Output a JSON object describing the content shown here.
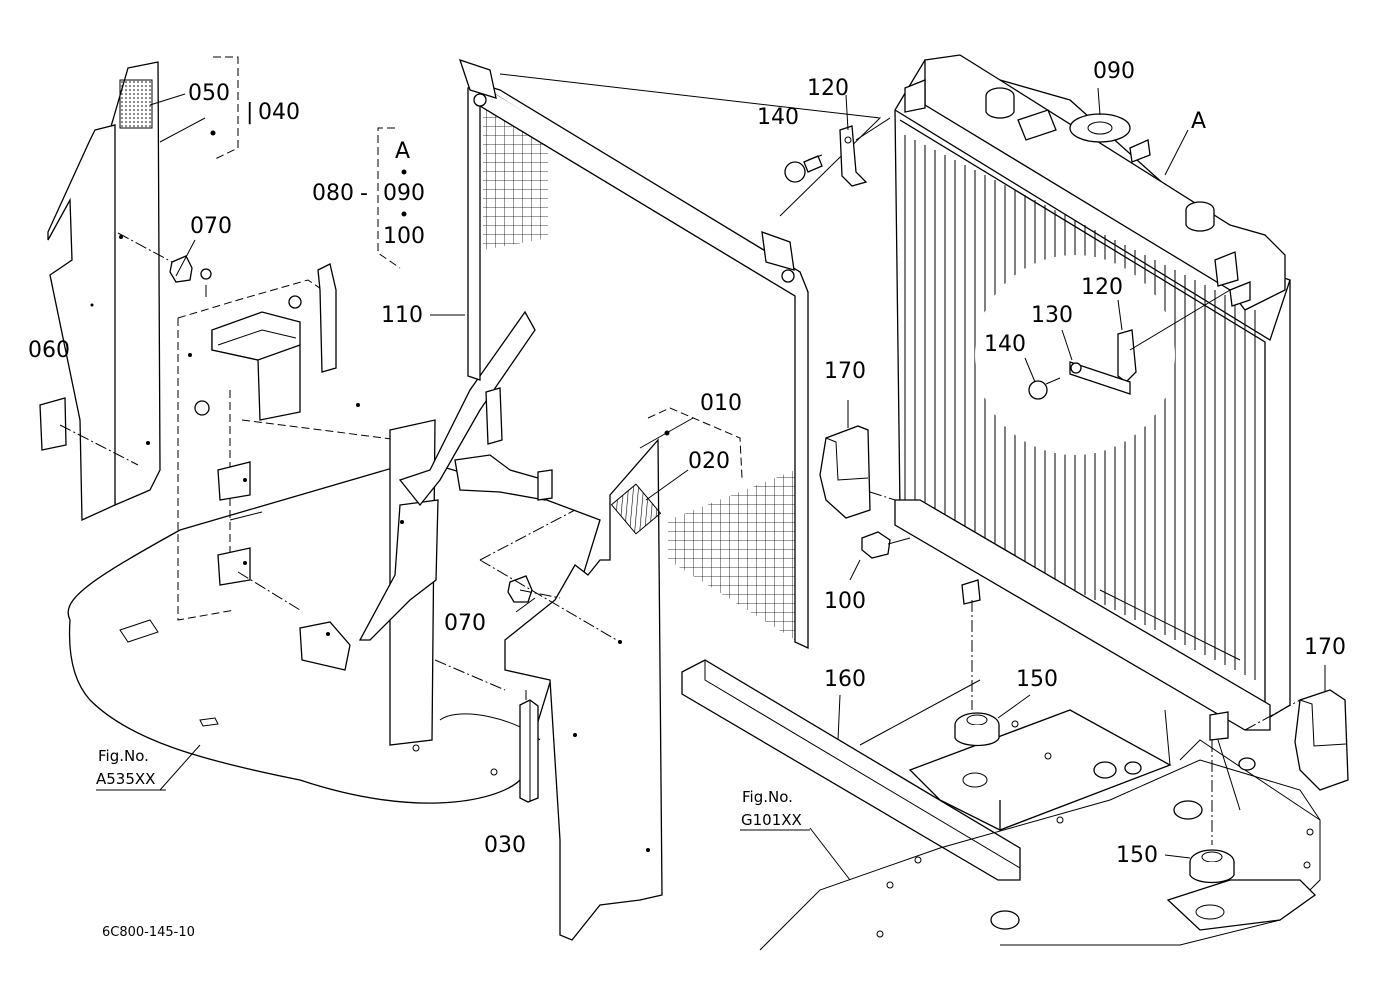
{
  "callouts": {
    "c010": "010",
    "c020": "020",
    "c030": "030",
    "c040": "040",
    "c050": "050",
    "c060": "060",
    "c070a": "070",
    "c070b": "070",
    "c080": "080",
    "c090a": "090",
    "c090b": "090",
    "c100a": "100",
    "c100b": "100",
    "c110": "110",
    "c120a": "120",
    "c120b": "120",
    "c130": "130",
    "c140a": "140",
    "c140b": "140",
    "c150a": "150",
    "c150b": "150",
    "c160": "160",
    "c170a": "170",
    "c170b": "170",
    "refA1": "A",
    "refA2": "A"
  },
  "figure_refs": {
    "fig1_label": "Fig.No.",
    "fig1_code": "A535XX",
    "fig2_label": "Fig.No.",
    "fig2_code": "G101XX"
  },
  "diagram_code": "6C800-145-10"
}
